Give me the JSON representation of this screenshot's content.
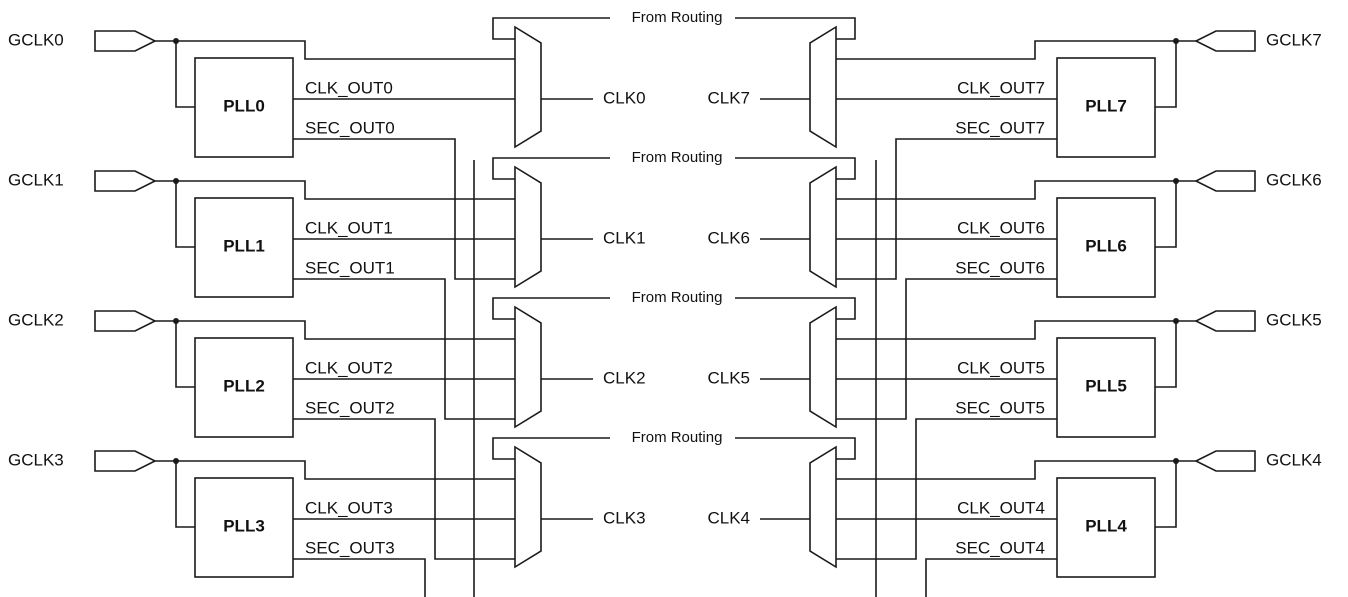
{
  "left_channels": [
    {
      "gclk": "GCLK0",
      "pll": "PLL0",
      "clk_out": "CLK_OUT0",
      "sec_out": "SEC_OUT0",
      "clk": "CLK0"
    },
    {
      "gclk": "GCLK1",
      "pll": "PLL1",
      "clk_out": "CLK_OUT1",
      "sec_out": "SEC_OUT1",
      "clk": "CLK1"
    },
    {
      "gclk": "GCLK2",
      "pll": "PLL2",
      "clk_out": "CLK_OUT2",
      "sec_out": "SEC_OUT2",
      "clk": "CLK2"
    },
    {
      "gclk": "GCLK3",
      "pll": "PLL3",
      "clk_out": "CLK_OUT3",
      "sec_out": "SEC_OUT3",
      "clk": "CLK3"
    }
  ],
  "right_channels": [
    {
      "gclk": "GCLK7",
      "pll": "PLL7",
      "clk_out": "CLK_OUT7",
      "sec_out": "SEC_OUT7",
      "clk": "CLK7"
    },
    {
      "gclk": "GCLK6",
      "pll": "PLL6",
      "clk_out": "CLK_OUT6",
      "sec_out": "SEC_OUT6",
      "clk": "CLK6"
    },
    {
      "gclk": "GCLK5",
      "pll": "PLL5",
      "clk_out": "CLK_OUT5",
      "sec_out": "SEC_OUT5",
      "clk": "CLK5"
    },
    {
      "gclk": "GCLK4",
      "pll": "PLL4",
      "clk_out": "CLK_OUT4",
      "sec_out": "SEC_OUT4",
      "clk": "CLK4"
    }
  ],
  "routing_label": "From Routing"
}
